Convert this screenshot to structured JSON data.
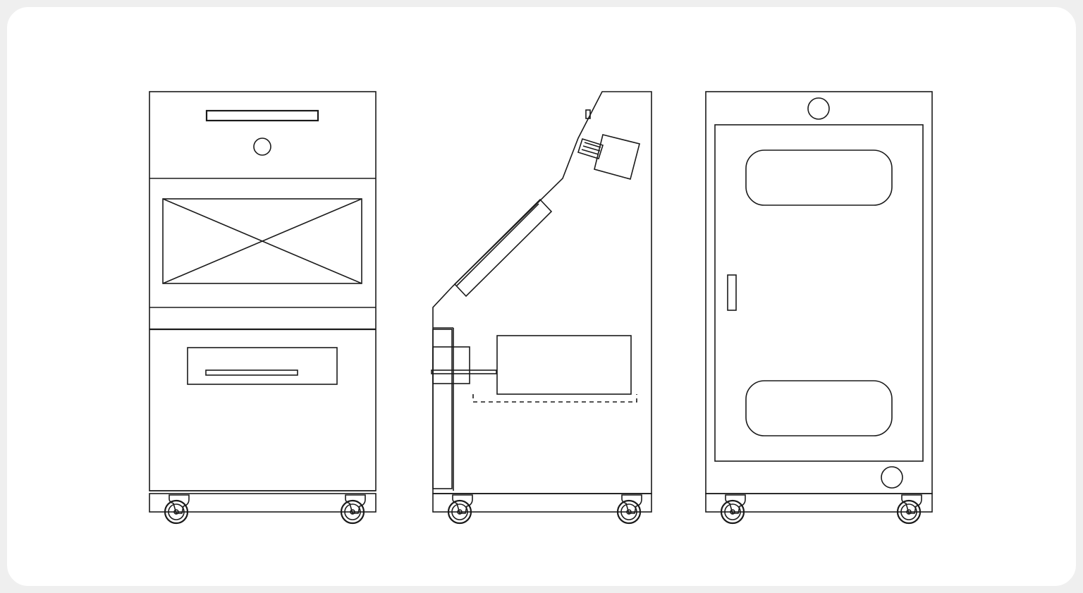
{
  "colors": {
    "frame": "#efefef",
    "canvas": "#ffffff",
    "line": "#1a1a1a"
  },
  "views": [
    {
      "id": "front",
      "icon": "cabinet-front-elevation-icon"
    },
    {
      "id": "side",
      "icon": "cabinet-side-elevation-icon"
    },
    {
      "id": "back",
      "icon": "cabinet-back-elevation-icon"
    }
  ]
}
